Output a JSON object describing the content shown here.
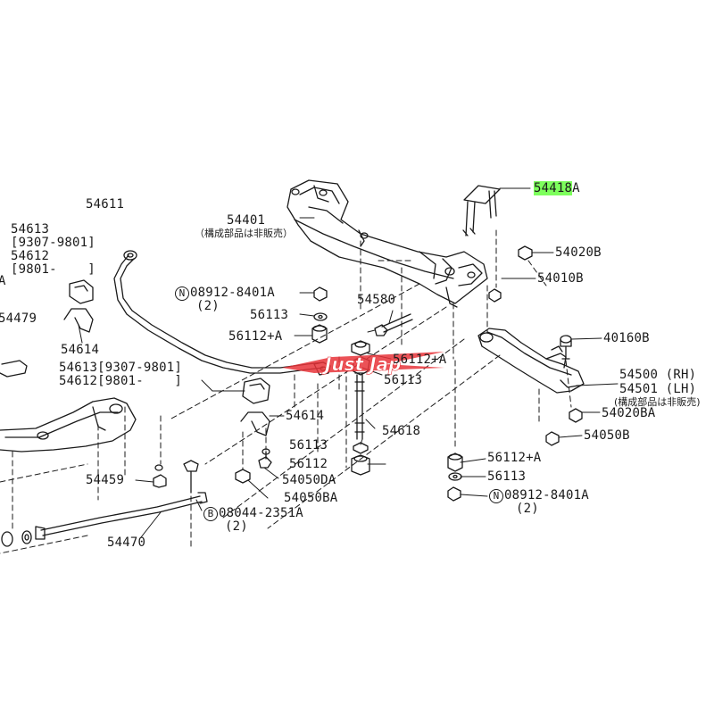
{
  "diagram": {
    "parts": [
      {
        "key": "p54611",
        "number": "54611"
      },
      {
        "key": "p54613a",
        "number": "54613"
      },
      {
        "key": "p54613a_range",
        "number": "[9307-9801]"
      },
      {
        "key": "p54612a",
        "number": "54612"
      },
      {
        "key": "p54612a_range",
        "number": "[9801-    ]"
      },
      {
        "key": "p54479",
        "number": "54479"
      },
      {
        "key": "p54614a",
        "number": "54614"
      },
      {
        "key": "p54613b",
        "number": "54613[9307-9801]"
      },
      {
        "key": "p54612b",
        "number": "54612[9801-    ]"
      },
      {
        "key": "p54401",
        "number": "54401"
      },
      {
        "key": "p54401_note",
        "number": "（構成部品は非販売）"
      },
      {
        "key": "p54418",
        "number": "54418",
        "suffix": "A",
        "highlighted": true
      },
      {
        "key": "p54020b_top",
        "number": "54020B"
      },
      {
        "key": "p54010b",
        "number": "54010B"
      },
      {
        "key": "p08912_top",
        "number": "08912-8401A",
        "prefix": "N"
      },
      {
        "key": "p08912_top_qty",
        "number": "(2)"
      },
      {
        "key": "p56113_a",
        "number": "56113"
      },
      {
        "key": "p56112a_a",
        "number": "56112+A"
      },
      {
        "key": "p54580",
        "number": "54580"
      },
      {
        "key": "p56112a_b",
        "number": "56112+A"
      },
      {
        "key": "p56113_b",
        "number": "56113"
      },
      {
        "key": "p40160b",
        "number": "40160B"
      },
      {
        "key": "p54500",
        "number": "54500 (RH)"
      },
      {
        "key": "p54501",
        "number": "54501 (LH)"
      },
      {
        "key": "p54501_note",
        "number": "(構成部品は非販売)"
      },
      {
        "key": "p54614b",
        "number": "54614"
      },
      {
        "key": "p54618",
        "number": "54618"
      },
      {
        "key": "p54020ba",
        "number": "54020BA"
      },
      {
        "key": "p54050b",
        "number": "54050B"
      },
      {
        "key": "p56113_c",
        "number": "56113"
      },
      {
        "key": "p56112_c",
        "number": "56112"
      },
      {
        "key": "p54050da",
        "number": "54050DA"
      },
      {
        "key": "p56112a_c",
        "number": "56112+A"
      },
      {
        "key": "p56113_d",
        "number": "56113"
      },
      {
        "key": "p08912_bot",
        "number": "08912-8401A",
        "prefix": "N"
      },
      {
        "key": "p08912_bot_qty",
        "number": "(2)"
      },
      {
        "key": "p54459",
        "number": "54459"
      },
      {
        "key": "p54050ba",
        "number": "54050BA"
      },
      {
        "key": "p08044",
        "number": "08044-2351A",
        "prefix": "B"
      },
      {
        "key": "p08044_qty",
        "number": "(2)"
      },
      {
        "key": "p54470",
        "number": "54470"
      },
      {
        "key": "p_cut_a",
        "number": "A"
      }
    ],
    "watermark": "Just Jap",
    "colors": {
      "line": "#1a1a1a",
      "highlight": "#7dff5c",
      "watermark": "#e8343a",
      "background": "#ffffff"
    }
  }
}
